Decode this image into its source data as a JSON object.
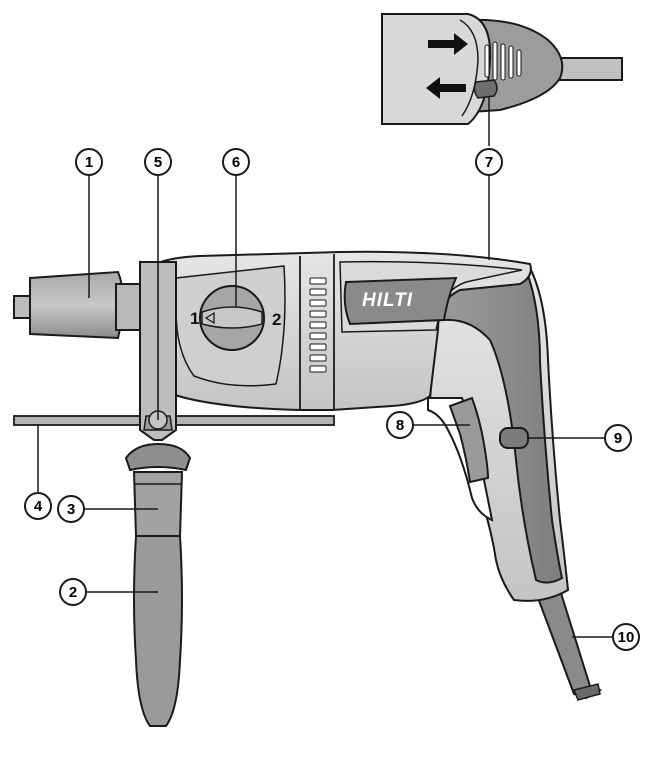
{
  "brand": "HILTI",
  "dial": {
    "left_label": "1",
    "right_label": "2"
  },
  "callouts": [
    {
      "id": "c1",
      "label": "1"
    },
    {
      "id": "c2",
      "label": "2"
    },
    {
      "id": "c3",
      "label": "3"
    },
    {
      "id": "c4",
      "label": "4"
    },
    {
      "id": "c5",
      "label": "5"
    },
    {
      "id": "c6",
      "label": "6"
    },
    {
      "id": "c7",
      "label": "7"
    },
    {
      "id": "c8",
      "label": "8"
    },
    {
      "id": "c9",
      "label": "9"
    },
    {
      "id": "c10",
      "label": "10"
    }
  ],
  "colors": {
    "body_light": "#dcdcdc",
    "body_mid": "#b4b4b4",
    "body_dark": "#8e8e8e",
    "outline": "#1a1a1a"
  }
}
